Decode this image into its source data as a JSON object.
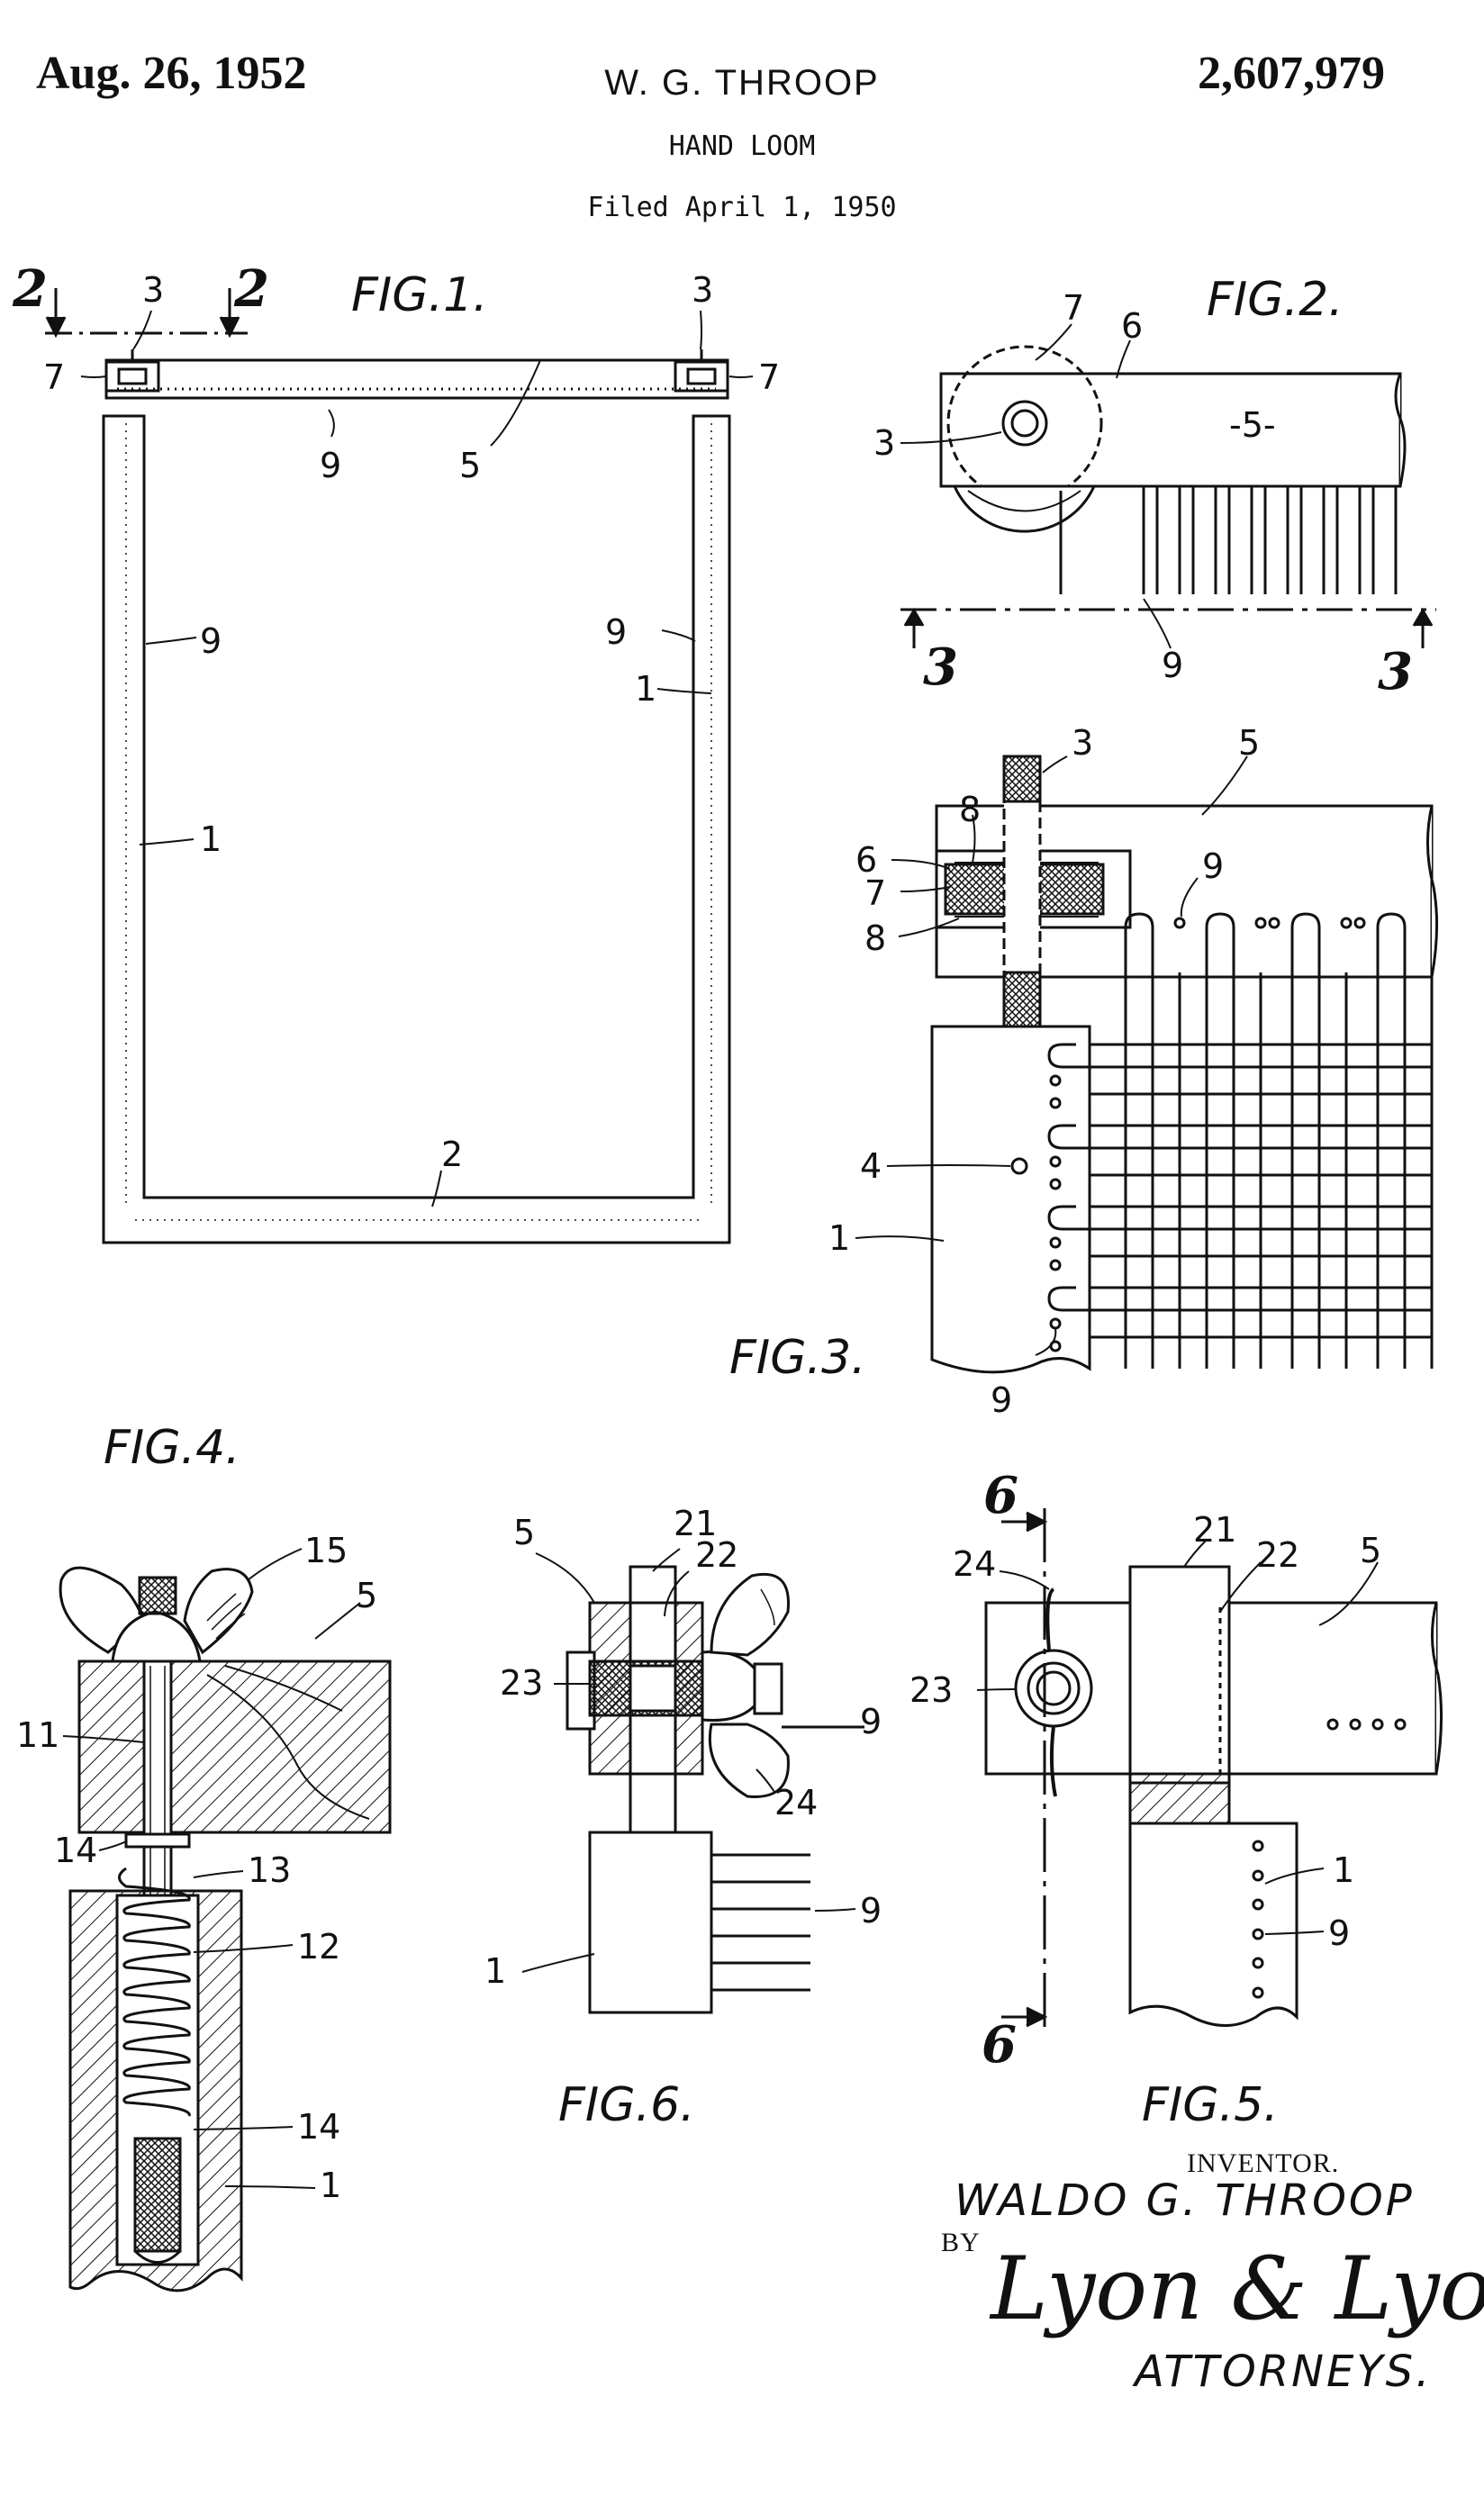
{
  "header": {
    "date": "Aug. 26, 1952",
    "inventor": "W. G. THROOP",
    "patent_number": "2,607,979",
    "title": "HAND LOOM",
    "filed": "Filed April 1, 1950"
  },
  "figures": {
    "fig1": "FIG.1.",
    "fig2": "FIG.2.",
    "fig3": "FIG.3.",
    "fig4": "FIG.4.",
    "fig5": "FIG.5.",
    "fig6": "FIG.6."
  },
  "fig1_labels": {
    "sec_left": "2",
    "sec_right": "2",
    "n3a": "3",
    "n3b": "3",
    "n7a": "7",
    "n7b": "7",
    "n9top": "9",
    "n5": "5",
    "n9left": "9",
    "n9right": "9",
    "n1right": "1",
    "n1left": "1",
    "n2": "2"
  },
  "fig2_labels": {
    "n7": "7",
    "n6": "6",
    "n3": "3",
    "n5": "-5-",
    "n9": "9",
    "sec_left": "3",
    "sec_right": "3"
  },
  "fig3_labels": {
    "n3": "3",
    "n5": "5",
    "n8a": "8",
    "n6": "6",
    "n7": "7",
    "n8b": "8",
    "n9top": "9",
    "n4": "4",
    "n1": "1",
    "n9bot": "9"
  },
  "fig4_labels": {
    "n15": "15",
    "n5": "5",
    "n11": "11",
    "n14a": "14",
    "n13": "13",
    "n12": "12",
    "n14b": "14",
    "n1": "1"
  },
  "fig6_labels": {
    "n5": "5",
    "n21": "21",
    "n22": "22",
    "n23": "23",
    "n9a": "9",
    "n24": "24",
    "n9b": "9",
    "n1": "1"
  },
  "fig5_labels": {
    "sec_top": "6",
    "sec_bot": "6",
    "n24": "24",
    "n21": "21",
    "n22": "22",
    "n5": "5",
    "n23": "23",
    "n1": "1",
    "n9": "9"
  },
  "signature": {
    "inventor_label": "INVENTOR.",
    "inventor_name": "WALDO G. THROOP",
    "by": "BY",
    "attorney_signature": "Lyon & Lyon",
    "attorneys": "ATTORNEYS."
  }
}
